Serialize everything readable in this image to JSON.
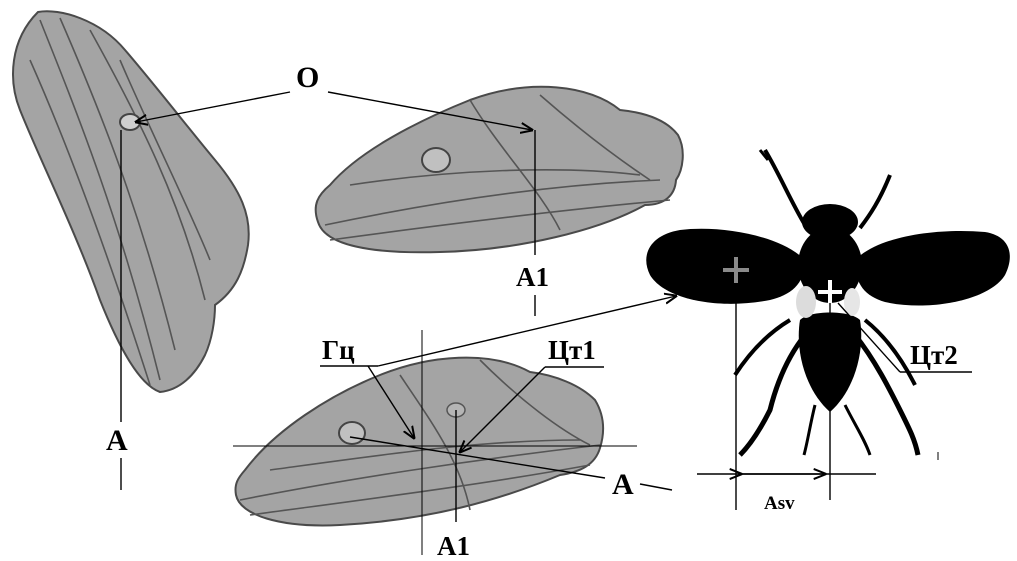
{
  "labels": {
    "center_o": "O",
    "axis_a_left": "A",
    "axis_a1_top": "A1",
    "gts": "Гц",
    "cg1": "Цт1",
    "cg2": "Цт2",
    "axis_a_bottom": "A",
    "axis_a1_bottom": "A1",
    "asv": "Asv"
  },
  "colors": {
    "wing": "#a4a4a4",
    "wing_edge": "#4a4a4a",
    "fly": "#000000",
    "cross_gray": "#8a8a8a",
    "cross_white": "#ffffff"
  }
}
